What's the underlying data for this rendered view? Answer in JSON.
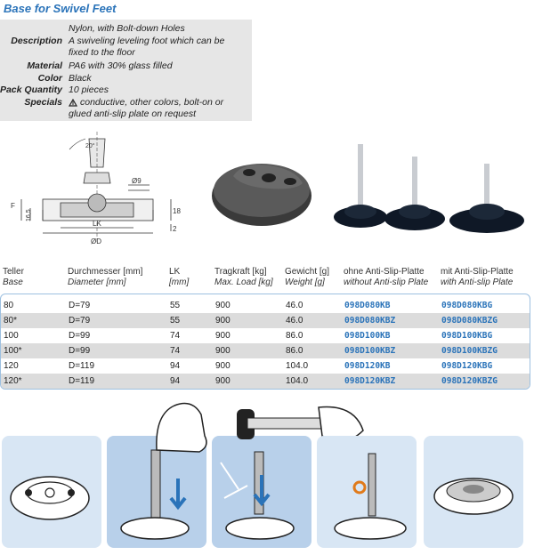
{
  "title": "Base for Swivel Feet",
  "specs": [
    {
      "key": "",
      "value": "Nylon, with Bolt-down Holes"
    },
    {
      "key": "Description",
      "value": "A swiveling leveling foot which can be fixed to the floor"
    },
    {
      "key": "Material",
      "value": "PA6 with 30% glass filled"
    },
    {
      "key": "Color",
      "value": "Black"
    },
    {
      "key": "Pack Quantity",
      "value": "10 pieces"
    },
    {
      "key": "Specials",
      "value": "conductive, other colors, bolt-on or glued anti-slip plate on request"
    }
  ],
  "drawing": {
    "angle": "20°",
    "hole": "Ø9",
    "f": "F",
    "h1": "16,5",
    "h2": "18",
    "h3": "2",
    "lk": "LK",
    "d": "ØD"
  },
  "columns": [
    {
      "de": "Teller",
      "en": "Base"
    },
    {
      "de": "Durchmesser [mm]",
      "en": "Diameter [mm]"
    },
    {
      "de": "LK",
      "en": "[mm]"
    },
    {
      "de": "Tragkraft [kg]",
      "en": "Max. Load [kg]"
    },
    {
      "de": "Gewicht [g]",
      "en": "Weight [g]"
    },
    {
      "de": "ohne Anti-Slip-Platte",
      "en": "without Anti-slip Plate"
    },
    {
      "de": "mit Anti-Slip-Platte",
      "en": "with Anti-slip Plate"
    }
  ],
  "rows": [
    {
      "base": "80",
      "diameter": "D=79",
      "lk": "55",
      "load": "900",
      "weight": "46.0",
      "without": "098D080KB",
      "with": "098D080KBG"
    },
    {
      "base": "80*",
      "diameter": "D=79",
      "lk": "55",
      "load": "900",
      "weight": "46.0",
      "without": "098D080KBZ",
      "with": "098D080KBZG"
    },
    {
      "base": "100",
      "diameter": "D=99",
      "lk": "74",
      "load": "900",
      "weight": "86.0",
      "without": "098D100KB",
      "with": "098D100KBG"
    },
    {
      "base": "100*",
      "diameter": "D=99",
      "lk": "74",
      "load": "900",
      "weight": "86.0",
      "without": "098D100KBZ",
      "with": "098D100KBZG"
    },
    {
      "base": "120",
      "diameter": "D=119",
      "lk": "94",
      "load": "900",
      "weight": "104.0",
      "without": "098D120KB",
      "with": "098D120KBG"
    },
    {
      "base": "120*",
      "diameter": "D=119",
      "lk": "94",
      "load": "900",
      "weight": "104.0",
      "without": "098D120KBZ",
      "with": "098D120KBZG"
    }
  ],
  "colors": {
    "accent": "#2a73b9",
    "band": "#dcdcdc",
    "specBg": "#e6e6e6"
  }
}
